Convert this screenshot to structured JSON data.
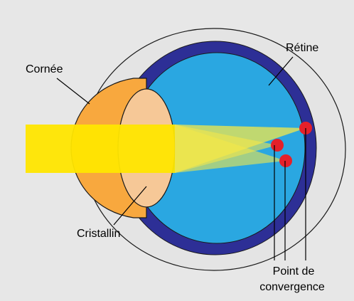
{
  "labels": {
    "cornea": "Cornée",
    "retina": "Rétine",
    "lens": "Cristallin",
    "convergence_line1": "Point de",
    "convergence_line2": "convergence"
  },
  "colors": {
    "background": "#e7e7e7",
    "sclera_outer": "#e4e4e4",
    "choroid": "#2d2f96",
    "vitreous": "#2aa7e1",
    "cornea": "#f8a83e",
    "lens": "#f6c897",
    "light_beam": "#ffe600",
    "focus_point": "#e5202a",
    "outline": "#1a1a1a"
  },
  "icons": {
    "eye": "eye-cross-section",
    "focus": "red-dot"
  }
}
